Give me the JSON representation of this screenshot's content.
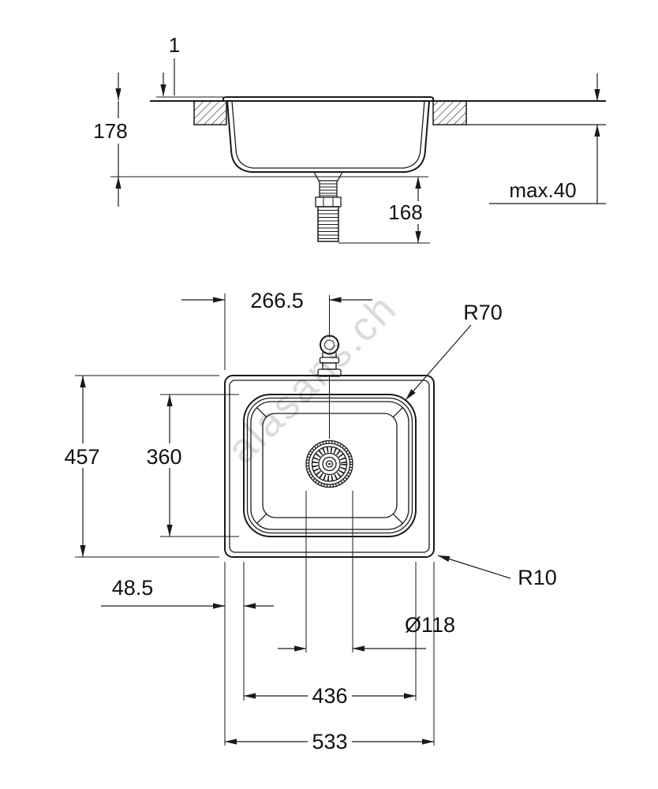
{
  "colors": {
    "line": "#1a1a1a",
    "background": "#ffffff",
    "watermark": "#c4c4c4"
  },
  "watermark": {
    "text": "alasans.ch"
  },
  "side_view": {
    "labels": {
      "rim_height": "1",
      "bowl_depth": "178",
      "counter_thickness": "max.40",
      "drain_height": "168"
    }
  },
  "plan_view": {
    "labels": {
      "center_distance": "266.5",
      "bowl_corner_radius": "R70",
      "outer_depth": "457",
      "bowl_inner_depth": "360",
      "bowl_offset": "48.5",
      "outer_corner_radius": "R10",
      "drain_diameter": "Ø118",
      "bowl_width": "436",
      "outer_width": "533"
    }
  }
}
